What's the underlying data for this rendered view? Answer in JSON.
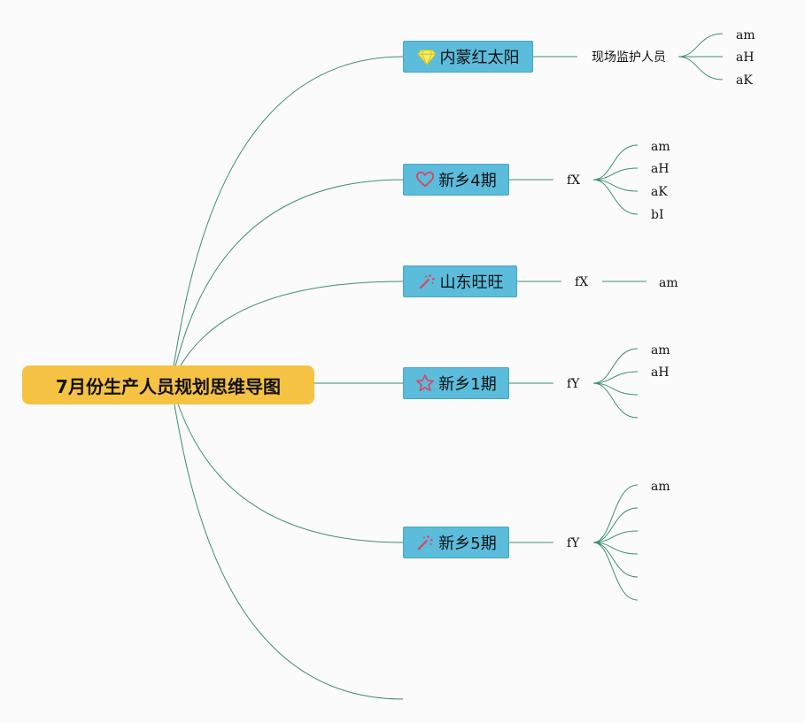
{
  "root": {
    "label": "7月份生产人员规划思维导图"
  },
  "branches": [
    {
      "label": "内蒙红太阳",
      "icon": "diamond-icon",
      "mid": "现场监护人员",
      "leaves": [
        "am",
        "aH",
        "aK"
      ]
    },
    {
      "label": "新乡4期",
      "icon": "heart-icon",
      "mid": "fX",
      "leaves": [
        "am",
        "aH",
        "aK",
        "bI"
      ]
    },
    {
      "label": "山东旺旺",
      "icon": "magic-wand-icon",
      "mid": "fX",
      "leaves": [
        "am"
      ]
    },
    {
      "label": "新乡1期",
      "icon": "star-icon",
      "mid": "fY",
      "leaves": [
        "am",
        "aH",
        "",
        ""
      ]
    },
    {
      "label": "新乡5期",
      "icon": "magic-wand-icon",
      "mid": "fY",
      "leaves": [
        "am",
        "",
        "",
        "",
        "",
        ""
      ]
    }
  ],
  "colors": {
    "root": "#f6c243",
    "branch": "#5bbcdc",
    "edge": "#3e8e72",
    "heart": "#e0506a",
    "diamond": "#e8e24a"
  }
}
